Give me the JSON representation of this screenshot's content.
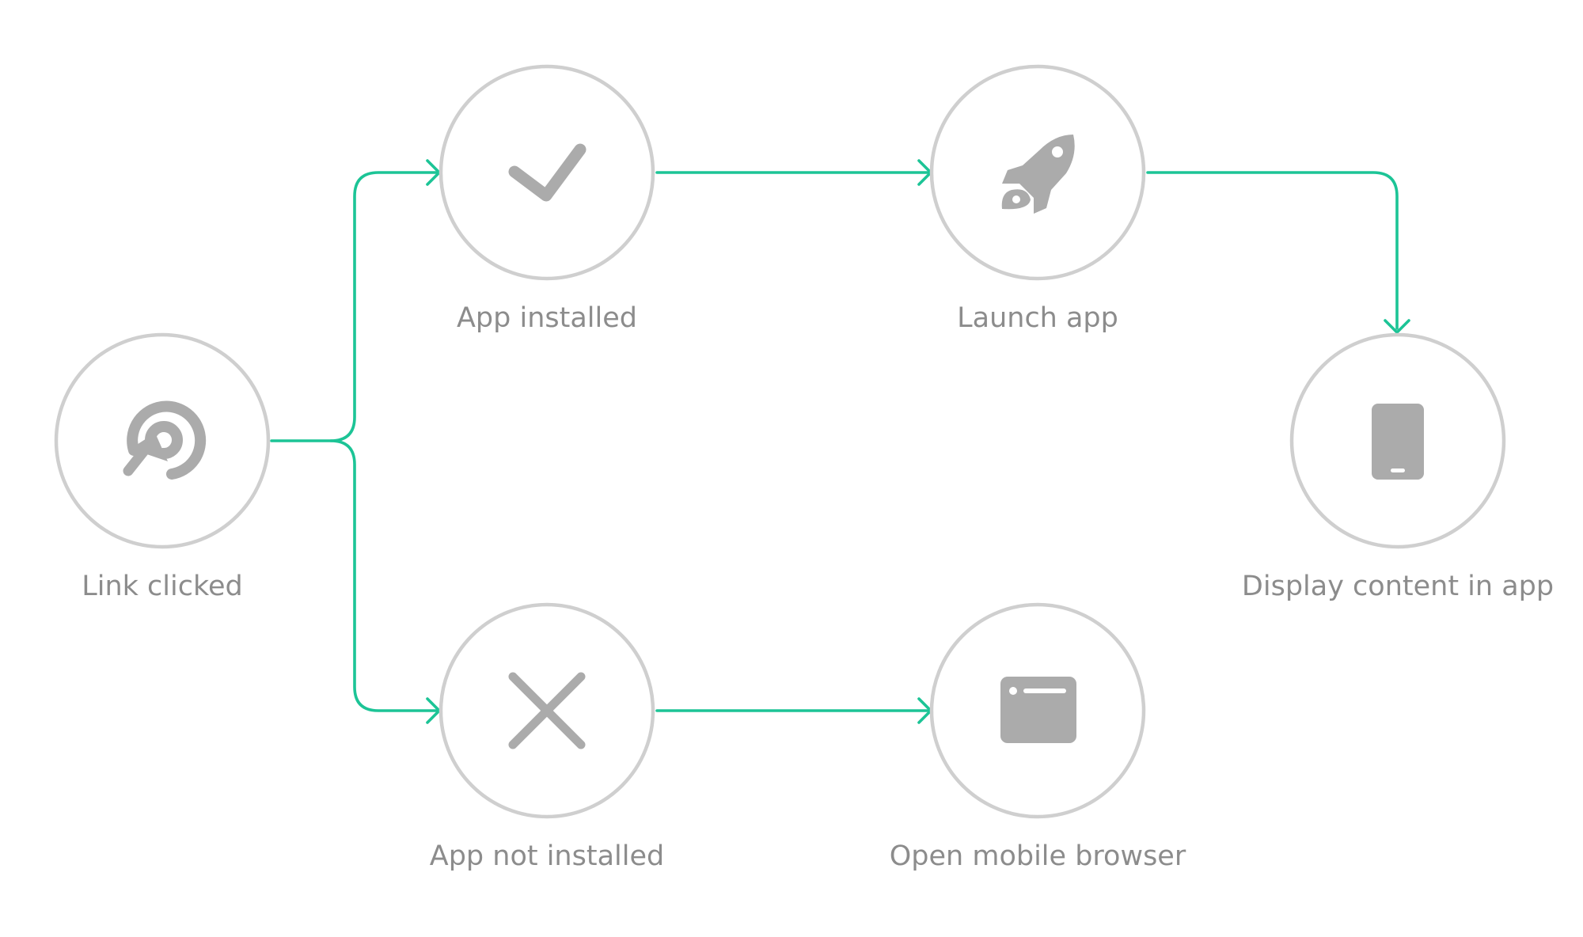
{
  "diagram": {
    "accent_color": "#1cc496",
    "circle_stroke_color": "#cfcfcf",
    "icon_color": "#ababab",
    "label_color": "#8c8c8c",
    "nodes": [
      {
        "id": "link-clicked",
        "label": "Link clicked",
        "icon": "target-cursor-icon"
      },
      {
        "id": "app-installed",
        "label": "App installed",
        "icon": "checkmark-icon"
      },
      {
        "id": "app-not-installed",
        "label": "App not installed",
        "icon": "close-x-icon"
      },
      {
        "id": "launch-app",
        "label": "Launch app",
        "icon": "rocket-icon"
      },
      {
        "id": "open-mobile-browser",
        "label": "Open mobile browser",
        "icon": "browser-window-icon"
      },
      {
        "id": "display-content-in-app",
        "label": "Display content in app",
        "icon": "mobile-device-icon"
      }
    ],
    "edges": [
      {
        "from": "link-clicked",
        "to": "app-installed"
      },
      {
        "from": "link-clicked",
        "to": "app-not-installed"
      },
      {
        "from": "app-installed",
        "to": "launch-app"
      },
      {
        "from": "app-not-installed",
        "to": "open-mobile-browser"
      },
      {
        "from": "launch-app",
        "to": "display-content-in-app"
      }
    ]
  }
}
